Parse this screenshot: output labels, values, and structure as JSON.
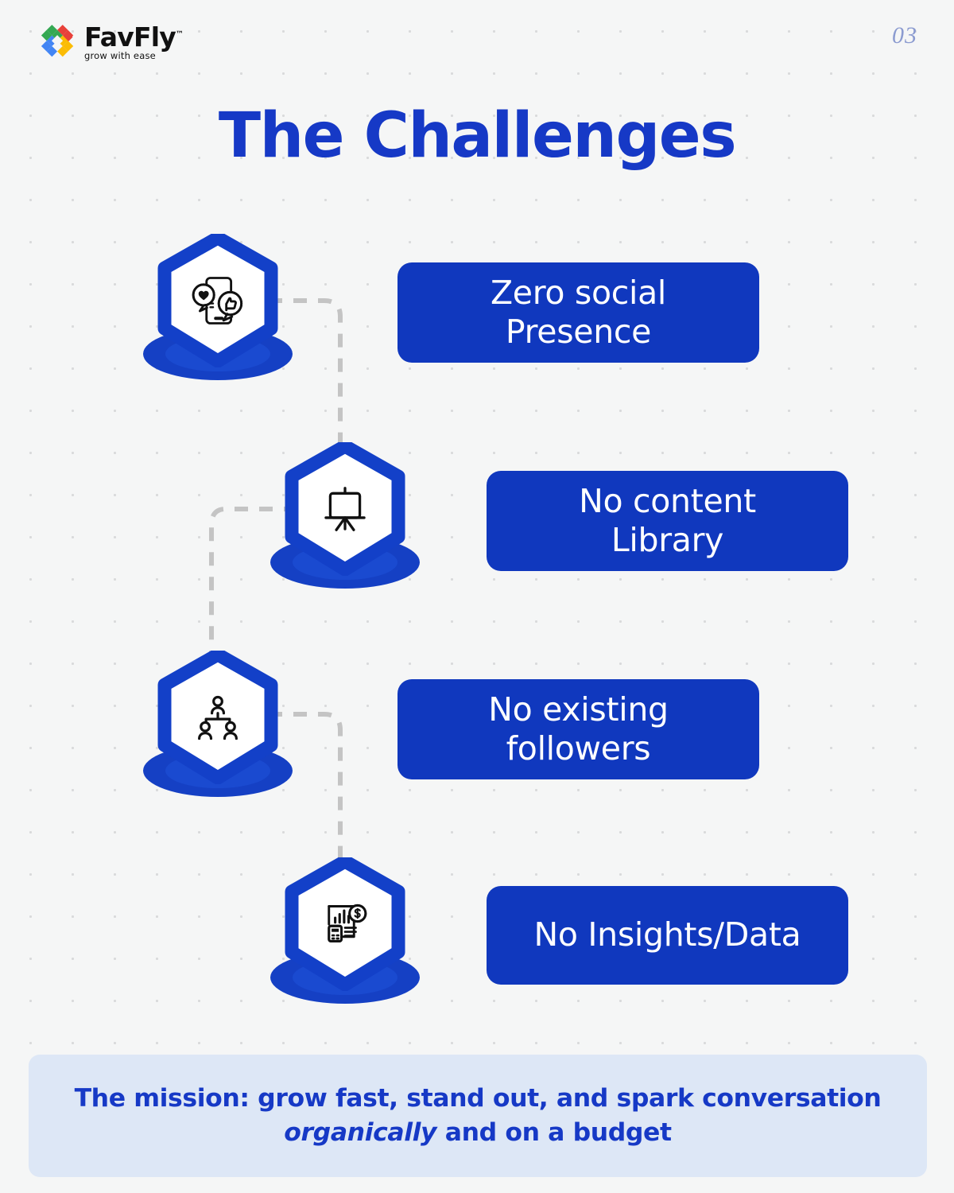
{
  "header": {
    "logo_name": "FavFly",
    "logo_trademark": "™",
    "logo_tagline": "grow with ease",
    "logo_colors": {
      "top": "#e8413a",
      "left": "#34a853",
      "right": "#fbbc05",
      "bottom": "#4285f4"
    },
    "page_number": "03"
  },
  "title": "The Challenges",
  "theme": {
    "background": "#f5f6f6",
    "dot_color": "#d9dadb",
    "primary_blue": "#1038be",
    "title_blue": "#1639c6",
    "hex_border_blue": "#1340c8",
    "puddle_blue": "#1540c4",
    "banner_bg": "#dde7f6",
    "page_number_color": "#8b9bd0",
    "connector_color": "#c4c4c4"
  },
  "challenges": [
    {
      "index": 1,
      "icon_name": "mobile-social-engagement-icon",
      "label": "Zero social\nPresence",
      "label_lines": [
        "Zero social",
        "Presence"
      ]
    },
    {
      "index": 2,
      "icon_name": "presentation-board-icon",
      "label": "No content\nLibrary",
      "label_lines": [
        "No content",
        "Library"
      ]
    },
    {
      "index": 3,
      "icon_name": "people-network-icon",
      "label": "No existing\nfollowers",
      "label_lines": [
        "No existing",
        "followers"
      ]
    },
    {
      "index": 4,
      "icon_name": "financial-report-icon",
      "label": "No Insights/Data",
      "label_lines": [
        "No Insights/Data"
      ]
    }
  ],
  "mission": {
    "line1": "The mission: grow fast, stand out, and spark conversation",
    "line2_italic": "organically",
    "line2_rest": " and on a budget"
  }
}
